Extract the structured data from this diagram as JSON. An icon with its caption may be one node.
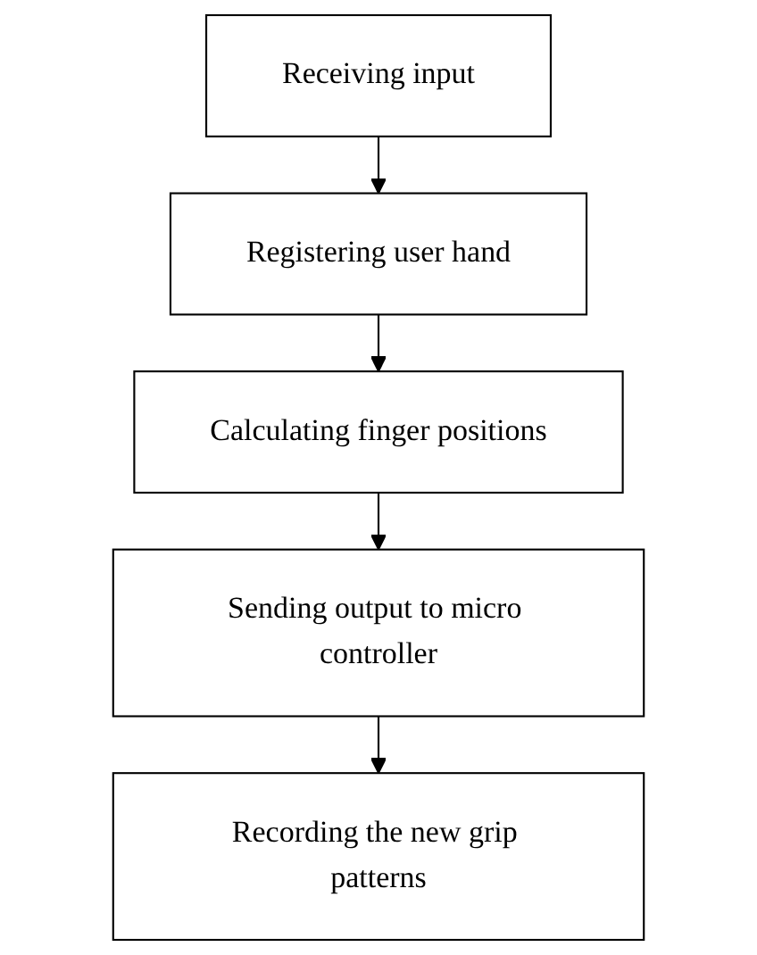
{
  "diagram": {
    "nodes": [
      {
        "text": [
          "Receiving input"
        ]
      },
      {
        "text": [
          "Registering user hand"
        ]
      },
      {
        "text": [
          "Calculating finger positions"
        ]
      },
      {
        "text": [
          "Sending output to micro controller"
        ]
      },
      {
        "text": [
          "Recording the new grip patterns"
        ]
      }
    ],
    "edges": [
      {
        "from": 0,
        "to": 1,
        "arrow": "to"
      },
      {
        "from": 1,
        "to": 2,
        "arrow": "to"
      },
      {
        "from": 2,
        "to": 3,
        "arrow": "to"
      },
      {
        "from": 3,
        "to": 4,
        "arrow": "to"
      }
    ]
  }
}
